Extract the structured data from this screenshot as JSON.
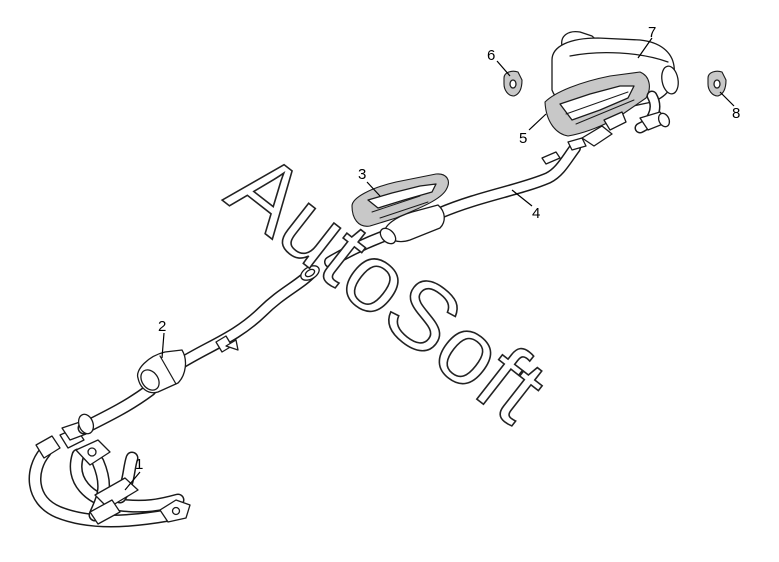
{
  "watermark": "AutoSoft",
  "callouts": [
    {
      "id": "1",
      "label": "1"
    },
    {
      "id": "2",
      "label": "2"
    },
    {
      "id": "3",
      "label": "3"
    },
    {
      "id": "4",
      "label": "4"
    },
    {
      "id": "5",
      "label": "5"
    },
    {
      "id": "6",
      "label": "6"
    },
    {
      "id": "7",
      "label": "7"
    },
    {
      "id": "8",
      "label": "8"
    }
  ],
  "colors": {
    "line": "#1a1a1a",
    "shade": "#c8c8c8",
    "background": "#ffffff"
  }
}
